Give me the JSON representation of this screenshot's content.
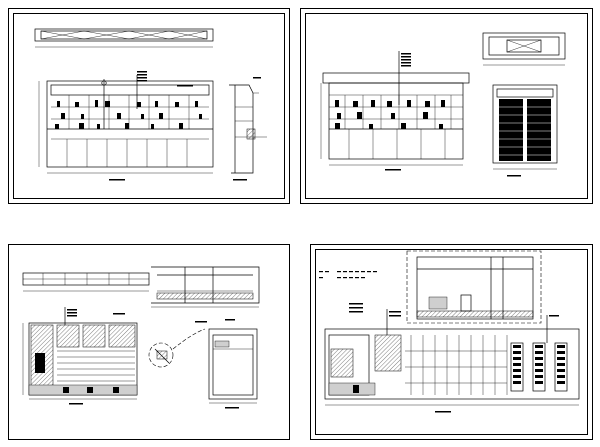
{
  "sheets": [
    {
      "id": "sheet-1",
      "position": "top-left"
    },
    {
      "id": "sheet-2",
      "position": "top-right"
    },
    {
      "id": "sheet-3",
      "position": "bottom-left"
    },
    {
      "id": "sheet-4",
      "position": "bottom-right"
    }
  ],
  "colors": {
    "line": "#000000",
    "paper": "#ffffff",
    "fill": "#cfcfcf"
  }
}
